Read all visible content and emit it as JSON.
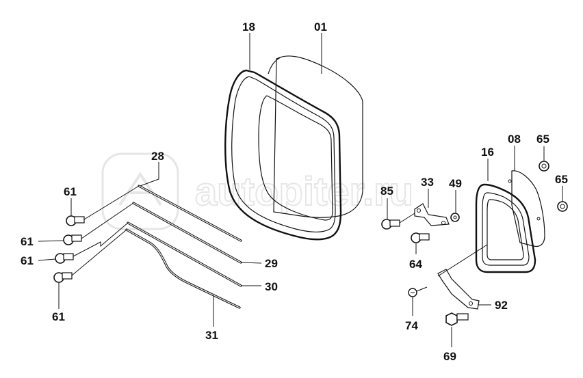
{
  "watermark": {
    "text": "autopiter.ru"
  },
  "parts": [
    {
      "id": "p01",
      "label": "01"
    },
    {
      "id": "p18",
      "label": "18"
    },
    {
      "id": "p28",
      "label": "28"
    },
    {
      "id": "p61a",
      "label": "61"
    },
    {
      "id": "p61b",
      "label": "61"
    },
    {
      "id": "p61c",
      "label": "61"
    },
    {
      "id": "p61d",
      "label": "61"
    },
    {
      "id": "p29",
      "label": "29"
    },
    {
      "id": "p30",
      "label": "30"
    },
    {
      "id": "p31",
      "label": "31"
    },
    {
      "id": "p85",
      "label": "85"
    },
    {
      "id": "p33",
      "label": "33"
    },
    {
      "id": "p49",
      "label": "49"
    },
    {
      "id": "p64",
      "label": "64"
    },
    {
      "id": "p16",
      "label": "16"
    },
    {
      "id": "p08",
      "label": "08"
    },
    {
      "id": "p65a",
      "label": "65"
    },
    {
      "id": "p65b",
      "label": "65"
    },
    {
      "id": "p74",
      "label": "74"
    },
    {
      "id": "p92",
      "label": "92"
    },
    {
      "id": "p69",
      "label": "69"
    }
  ]
}
